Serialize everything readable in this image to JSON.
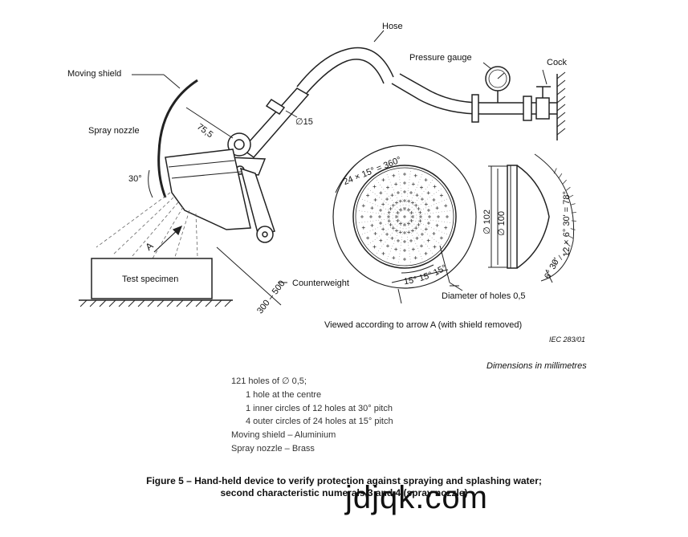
{
  "labels": {
    "hose": "Hose",
    "pressure_gauge": "Pressure gauge",
    "cock": "Cock",
    "moving_shield": "Moving shield",
    "spray_nozzle": "Spray nozzle",
    "dim_75_5": "75,5",
    "dim_d15": "∅15",
    "angle_30": "30°",
    "arrow_a": "A",
    "test_specimen": "Test specimen",
    "counterweight": "Counterweight",
    "dim_300_500": "300 – 500",
    "pitch_24x15": "24 × 15° = 360°",
    "d102": "∅ 102",
    "d100": "∅ 100",
    "pitch_12x6": "12 × 6° 30' = 78°",
    "six_30": "6° 30'",
    "fifteen_a": "15°",
    "fifteen_b": "15°",
    "fifteen_c": "15°",
    "diameter_holes": "Diameter of holes 0,5",
    "viewed": "Viewed according to arrow A (with shield removed)",
    "iec_ref": "IEC  283/01",
    "dimensions": "Dimensions in millimetres"
  },
  "notes": {
    "line1": "121 holes of ∅ 0,5;",
    "line2": "1 hole at the centre",
    "line3": "1 inner circles of 12 holes at 30° pitch",
    "line4": "4 outer circles of 24 holes at 15° pitch",
    "line5": "Moving shield – Aluminium",
    "line6": "Spray nozzle – Brass"
  },
  "caption": {
    "line1": "Figure 5 – Hand-held device to verify protection against spraying and splashing water;",
    "line2": "second characteristic numerals 3 and 4 (spray nozzle)"
  },
  "watermark": "jdjqk.com"
}
